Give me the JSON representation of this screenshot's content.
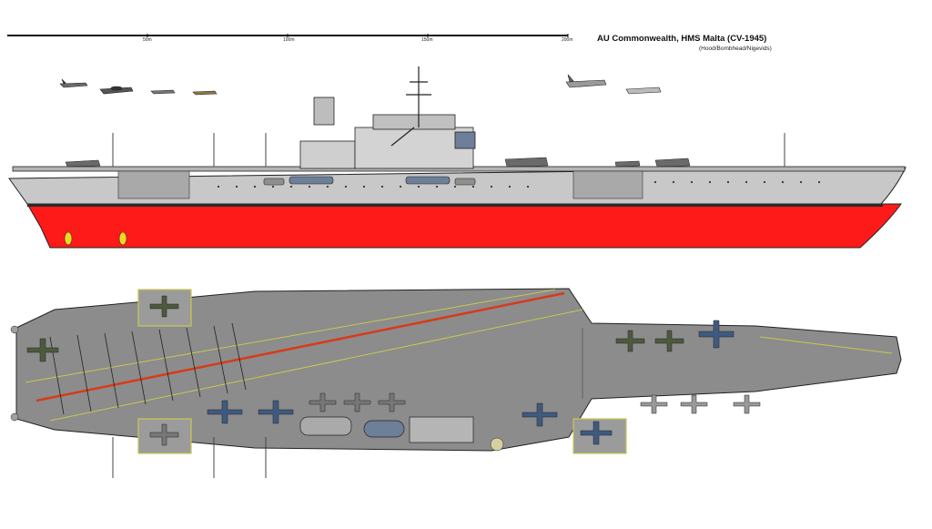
{
  "title": "AU Commonwealth, HMS Malta (CV-1945)",
  "credit": "(Hood/Bombhead/Nigevids)",
  "scale_bar": {
    "ticks": [
      "50m",
      "100m",
      "150m",
      "200m"
    ]
  },
  "colors": {
    "hull_red": "#ff1a1a",
    "hull_grey": "#c8c8c8",
    "deck_grey": "#8c8c8c",
    "deck_stripe": "#d83a1a",
    "outline": "#222222"
  }
}
